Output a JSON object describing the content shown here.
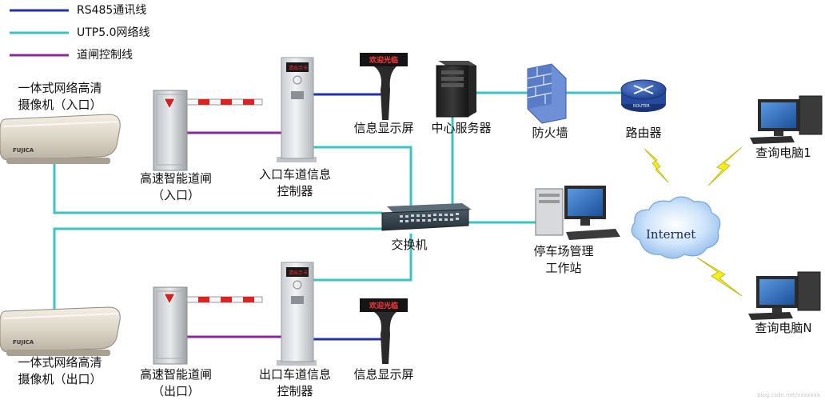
{
  "legend": [
    {
      "label": "RS485通讯线",
      "color": "#2233aa"
    },
    {
      "label": "UTP5.0网络线",
      "color": "#3cc4c0"
    },
    {
      "label": "道闸控制线",
      "color": "#8a2a9a"
    }
  ],
  "devices": {
    "camera_in": [
      "一体式网络高清",
      "摄像机（入口）"
    ],
    "barrier_in": [
      "高速智能道闸",
      "（入口）"
    ],
    "controller_in": [
      "入口车道信息",
      "控制器"
    ],
    "display_in": "信息显示屏",
    "server": "中心服务器",
    "firewall": "防火墙",
    "router": "路由器",
    "pc1": "查询电脑1",
    "switch": "交换机",
    "workstation": [
      "停车场管理",
      "工作站"
    ],
    "pcn": "查询电脑N",
    "camera_out": [
      "一体式网络高清",
      "摄像机（出口）"
    ],
    "barrier_out": [
      "高速智能道闸",
      "（出口）"
    ],
    "controller_out": [
      "出口车道信息",
      "控制器"
    ],
    "display_out": "信息显示屏"
  },
  "display_boards": {
    "in": "欢迎光临",
    "out": "欢迎光临"
  },
  "kiosk_screens": {
    "in": "请出示卡",
    "out": "请出示卡"
  },
  "brands": {
    "camera": "FUJICA",
    "router": "ROUTER"
  },
  "cloud_label": "Internet",
  "watermark": "blog.csdn.net/xxxxxxx",
  "colors": {
    "rs485": "#2233aa",
    "utp": "#3cc4c0",
    "control": "#8a2a9a",
    "bolt": "#f4ee1c"
  }
}
